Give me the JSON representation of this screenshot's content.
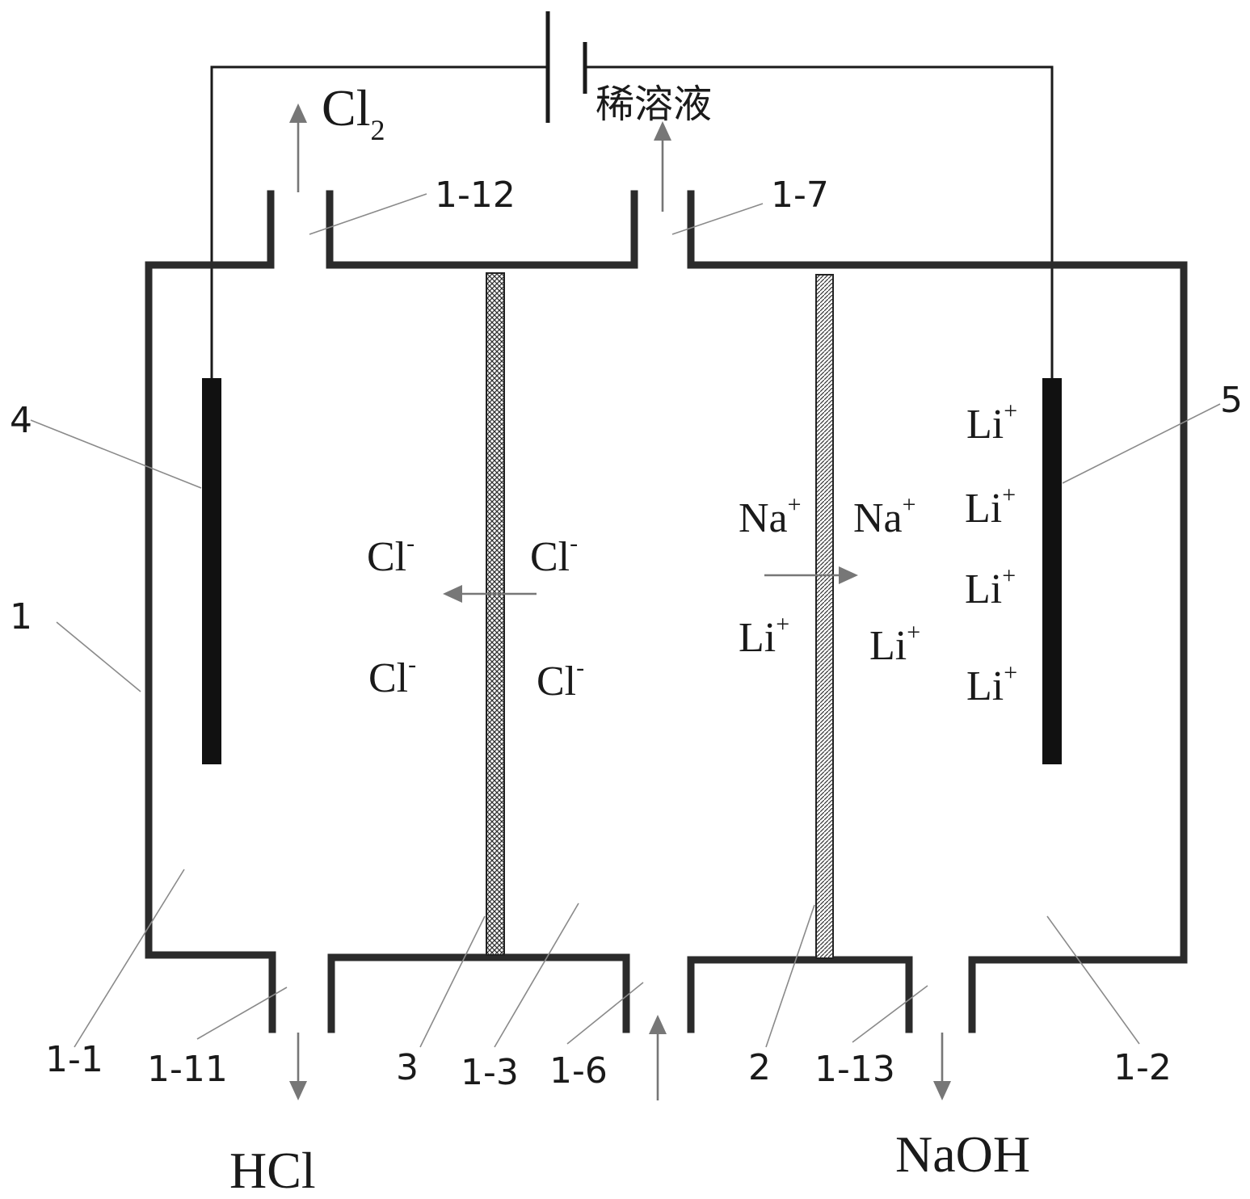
{
  "gases": {
    "top_left_product": "Cl",
    "top_left_product_subscript": "2",
    "top_middle_product": "稀溶液"
  },
  "bottom_products": {
    "left": "HCl",
    "right": "NaOH"
  },
  "ions": {
    "chloride": "Cl",
    "chloride_charge": "-",
    "sodium": "Na",
    "sodium_charge": "+",
    "lithium": "Li",
    "lithium_charge": "+"
  },
  "part_labels": {
    "cell_body": "1",
    "anode_chamber": "1-1",
    "cathode_chamber": "1-2",
    "middle_chamber": "1-3",
    "middle_inlet": "1-6",
    "middle_outlet": "1-7",
    "anode_outlet_bottom": "1-11",
    "anode_outlet_top": "1-12",
    "cathode_outlet_bottom": "1-13",
    "cation_membrane": "2",
    "anion_membrane": "3",
    "anode": "4",
    "cathode": "5"
  },
  "colors": {
    "wall": "#2b2b2b",
    "electrode": "#111111",
    "arrow": "#777777",
    "leader_line": "#8a8a8a"
  }
}
